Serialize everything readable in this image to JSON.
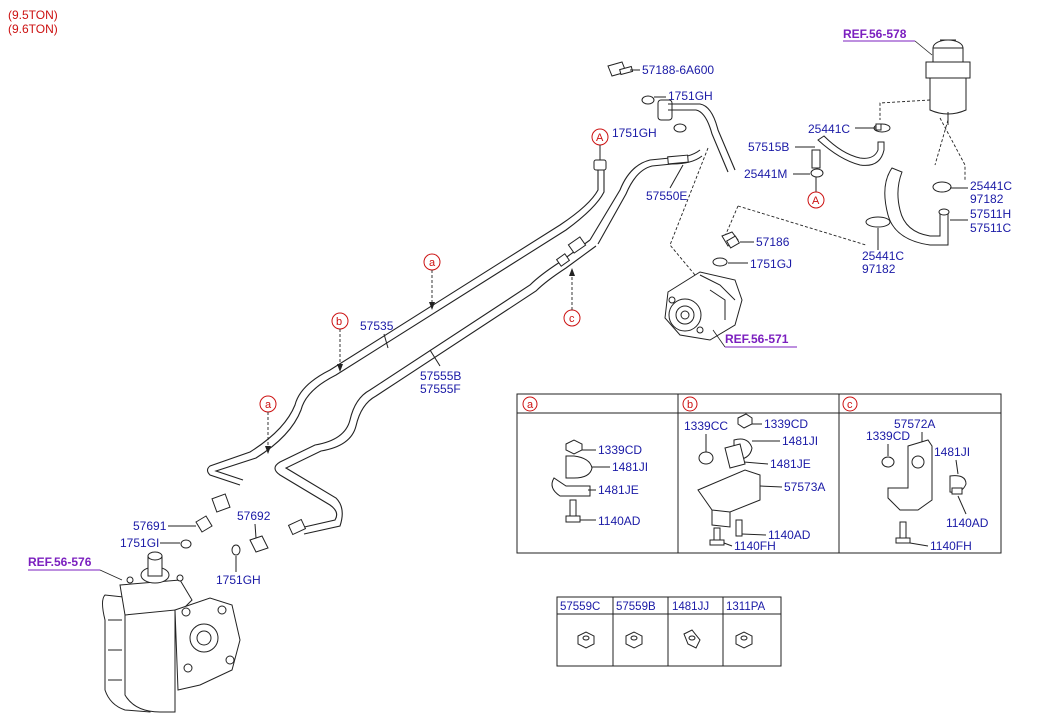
{
  "header": {
    "line1": "(9.5TON)",
    "line2": "(9.6TON)"
  },
  "refs": {
    "r578": "REF.56-578",
    "r571": "REF.56-571",
    "r576": "REF.56-576"
  },
  "labels": {
    "p57188": "57188-6A600",
    "p1751GH_a": "1751GH",
    "p1751GH_b": "1751GH",
    "p57550E": "57550E",
    "p25441C_a": "25441C",
    "p57515B": "57515B",
    "p25441M": "25441M",
    "p25441C_b": "25441C",
    "p97182_b": "97182",
    "p57511H": "57511H",
    "p57511C": "57511C",
    "p57186": "57186",
    "p1751GJ": "1751GJ",
    "p25441C_c": "25441C",
    "p97182_c": "97182",
    "p57535": "57535",
    "p57555B": "57555B",
    "p57555F": "57555F",
    "p57691": "57691",
    "p57692": "57692",
    "p1751GI": "1751GI",
    "p1751GH_c": "1751GH"
  },
  "markers": {
    "A": "A",
    "a": "a",
    "b": "b",
    "c": "c"
  },
  "detail_a": {
    "title": "a",
    "l1": "1339CD",
    "l2": "1481JI",
    "l3": "1481JE",
    "l4": "1140AD"
  },
  "detail_b": {
    "title": "b",
    "l1": "1339CC",
    "l2": "1339CD",
    "l3": "1481JI",
    "l4": "1481JE",
    "l5": "57573A",
    "l6": "1140AD",
    "l7": "1140FH"
  },
  "detail_c": {
    "title": "c",
    "l1": "57572A",
    "l2": "1339CD",
    "l3": "1481JI",
    "l4": "1140AD",
    "l5": "1140FH"
  },
  "small_parts": {
    "headers": [
      "57559C",
      "57559B",
      "1481JJ",
      "1311PA"
    ]
  }
}
